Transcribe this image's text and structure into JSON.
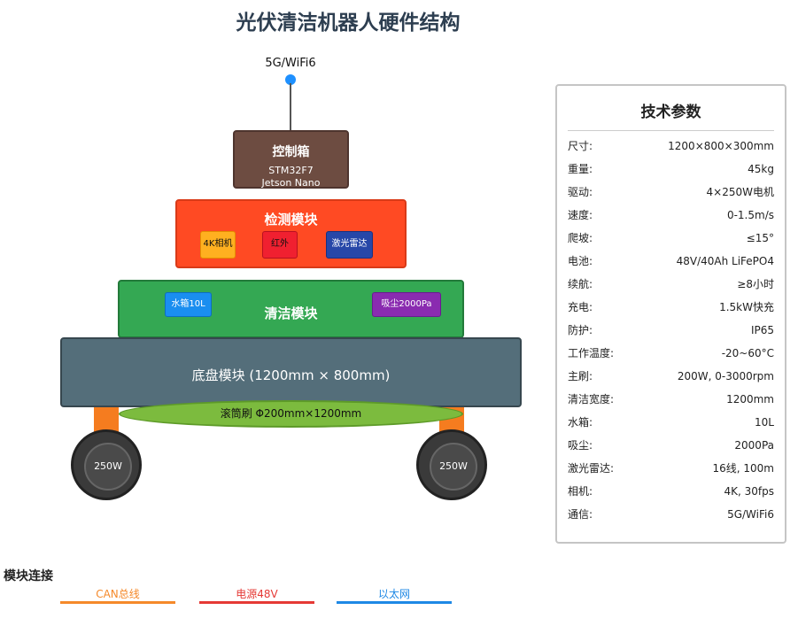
{
  "title": "光伏清洁机器人硬件结构",
  "antenna": {
    "label": "5G/WiFi6"
  },
  "control_box": {
    "title": "控制箱",
    "line1": "STM32F7",
    "line2": "Jetson Nano"
  },
  "detection_module": {
    "title": "检测模块",
    "items": [
      "4K相机",
      "红外",
      "激光雷达"
    ]
  },
  "cleaning_module": {
    "title": "清洁模块",
    "water": "水箱10L",
    "suction": "吸尘2000Pa"
  },
  "chassis": {
    "title": "底盘模块 (1200mm × 800mm)"
  },
  "brush": {
    "label": "滚筒刷 Φ200mm×1200mm"
  },
  "wheels": {
    "left": "250W",
    "right": "250W"
  },
  "specs": {
    "title": "技术参数",
    "rows": [
      {
        "k": "尺寸:",
        "v": "1200×800×300mm"
      },
      {
        "k": "重量:",
        "v": "45kg"
      },
      {
        "k": "驱动:",
        "v": "4×250W电机"
      },
      {
        "k": "速度:",
        "v": "0-1.5m/s"
      },
      {
        "k": "爬坡:",
        "v": "≤15°"
      },
      {
        "k": "电池:",
        "v": "48V/40Ah LiFePO4"
      },
      {
        "k": "续航:",
        "v": "≥8小时"
      },
      {
        "k": "充电:",
        "v": "1.5kW快充"
      },
      {
        "k": "防护:",
        "v": "IP65"
      },
      {
        "k": "工作温度:",
        "v": "-20~60°C"
      },
      {
        "k": "主刷:",
        "v": "200W, 0-3000rpm"
      },
      {
        "k": "清洁宽度:",
        "v": "1200mm"
      },
      {
        "k": "水箱:",
        "v": "10L"
      },
      {
        "k": "吸尘:",
        "v": "2000Pa"
      },
      {
        "k": "激光雷达:",
        "v": "16线, 100m"
      },
      {
        "k": "相机:",
        "v": "4K, 30fps"
      },
      {
        "k": "通信:",
        "v": "5G/WiFi6"
      }
    ]
  },
  "legend": {
    "title": "模块连接",
    "items": [
      {
        "label": "CAN总线",
        "color": "#f5892a"
      },
      {
        "label": "电源48V",
        "color": "#e53935"
      },
      {
        "label": "以太网",
        "color": "#1e88e5"
      }
    ]
  }
}
